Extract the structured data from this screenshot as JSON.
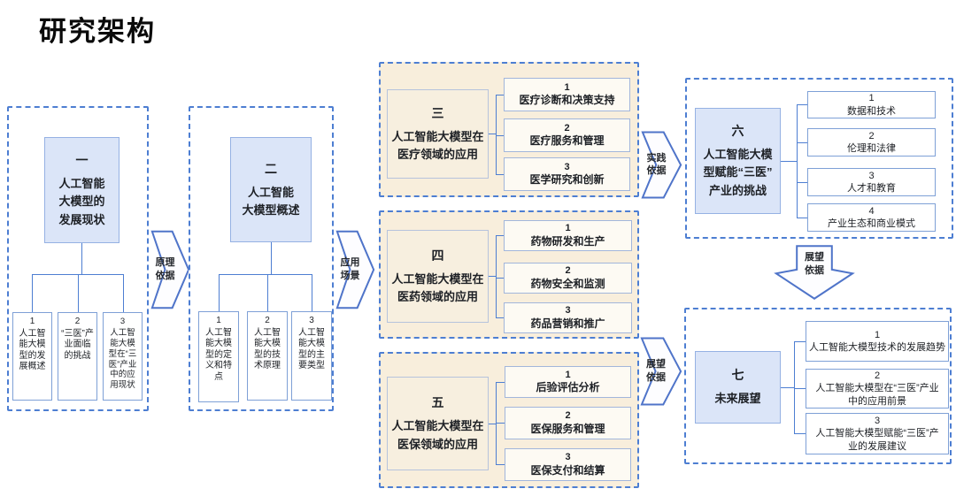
{
  "title": "研究架构",
  "colors": {
    "dashed_border": "#4d7ed2",
    "header_fill": "#dbe5f8",
    "header_border": "#95b1e3",
    "cream_panel": "#f8eedc",
    "item_border": "#7ea0d6",
    "arrow_stroke": "#4f74c9",
    "text": "#1d2025"
  },
  "arrows": {
    "a1": "原理\n依据",
    "a2": "应用\n场景",
    "a3": "实践\n依据",
    "a4": "展望\n依据",
    "a5": "展望\n依据"
  },
  "sections": [
    {
      "num": "一",
      "title": "人工智能\n大模型的\n发展现状",
      "items": [
        {
          "num": "1",
          "label": "人工智能大模型的发展概述"
        },
        {
          "num": "2",
          "label": "“三医”产业面临的挑战"
        },
        {
          "num": "3",
          "label": "人工智能大模型在“三医”产业中的应用现状"
        }
      ]
    },
    {
      "num": "二",
      "title": "人工智能\n大模型概述",
      "items": [
        {
          "num": "1",
          "label": "人工智能大模型的定义和特点"
        },
        {
          "num": "2",
          "label": "人工智能大模型的技术原理"
        },
        {
          "num": "3",
          "label": "人工智能大模型的主要类型"
        }
      ]
    },
    {
      "num": "三",
      "title": "人工智能大模型在\n医疗领域的应用",
      "items": [
        {
          "num": "1",
          "label": "医疗诊断和决策支持"
        },
        {
          "num": "2",
          "label": "医疗服务和管理"
        },
        {
          "num": "3",
          "label": "医学研究和创新"
        }
      ]
    },
    {
      "num": "四",
      "title": "人工智能大模型在\n医药领域的应用",
      "items": [
        {
          "num": "1",
          "label": "药物研发和生产"
        },
        {
          "num": "2",
          "label": "药物安全和监测"
        },
        {
          "num": "3",
          "label": "药品营销和推广"
        }
      ]
    },
    {
      "num": "五",
      "title": "人工智能大模型在\n医保领域的应用",
      "items": [
        {
          "num": "1",
          "label": "后验评估分析"
        },
        {
          "num": "2",
          "label": "医保服务和管理"
        },
        {
          "num": "3",
          "label": "医保支付和结算"
        }
      ]
    },
    {
      "num": "六",
      "title": "人工智能大模\n型赋能“三医”\n产业的挑战",
      "items": [
        {
          "num": "1",
          "label": "数据和技术"
        },
        {
          "num": "2",
          "label": "伦理和法律"
        },
        {
          "num": "3",
          "label": "人才和教育"
        },
        {
          "num": "4",
          "label": "产业生态和商业模式"
        }
      ]
    },
    {
      "num": "七",
      "title": "未来展望",
      "items": [
        {
          "num": "1",
          "label": "人工智能大模型技术的发展趋势"
        },
        {
          "num": "2",
          "label": "人工智能大模型在“三医”产业\n中的应用前景"
        },
        {
          "num": "3",
          "label": "人工智能大模型赋能“三医”产\n业的发展建议"
        }
      ]
    }
  ]
}
